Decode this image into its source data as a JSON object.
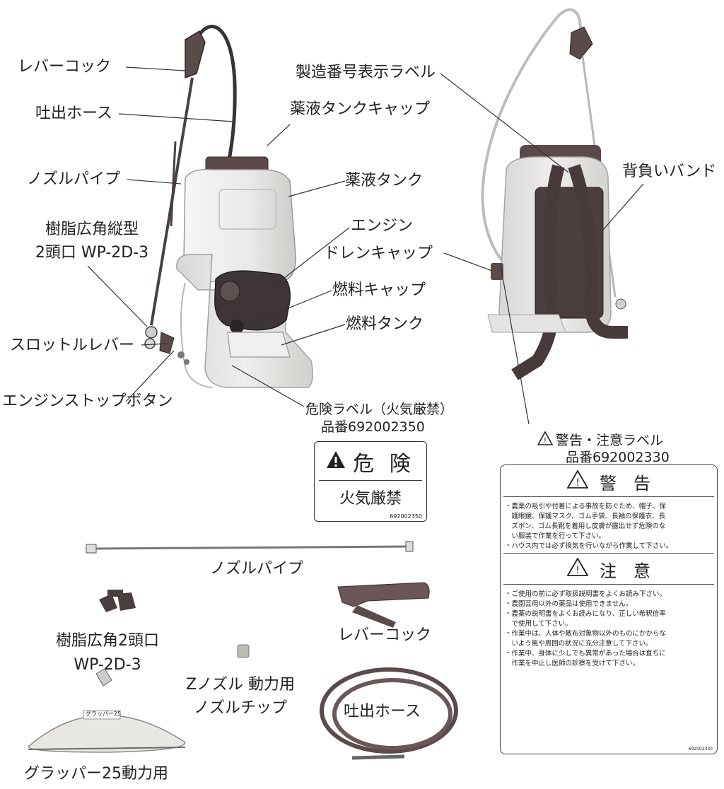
{
  "labels": {
    "lever_cock": "レバーコック",
    "discharge_hose": "吐出ホース",
    "nozzle_pipe": "ノズルパイプ",
    "nozzle_resin_line1": "樹脂広角縦型",
    "nozzle_resin_line2": "2頭口 WP-2D-3",
    "throttle_lever": "スロットルレバー",
    "engine_stop_button": "エンジンストップボタン",
    "serial_label": "製造番号表示ラベル",
    "tank_cap": "薬液タンクキャップ",
    "tank": "薬液タンク",
    "engine": "エンジン",
    "drain_cap": "ドレンキャップ",
    "fuel_cap": "燃料キャップ",
    "fuel_tank": "燃料タンク",
    "shoulder_band": "背負いバンド",
    "danger_label_title": "危険ラベル（火気厳禁）",
    "danger_label_part": "品番692002350",
    "warning_label_title": "警告・注意ラベル",
    "warning_label_part": "品番692002330"
  },
  "accessories": {
    "nozzle_pipe": "ノズルパイプ",
    "nozzle_2head_line1": "樹脂広角2頭口",
    "nozzle_2head_line2": "WP-2D-3",
    "lever_cock": "レバーコック",
    "z_nozzle_line1": "Zノズル 動力用",
    "z_nozzle_line2": "ノズルチップ",
    "hose": "吐出ホース",
    "grapper": "グラッパー25動力用",
    "grapper_sticker": "グラッパー25"
  },
  "danger_sticker": {
    "title": "危 険",
    "body": "火気厳禁",
    "code": "692002350"
  },
  "warning_sticker": {
    "warning_title": "警　告",
    "warning_lines": [
      "・農薬の吸引や付着による事故を防ぐため、帽子、保",
      "　護眼鏡、保護マスク、ゴム手袋、長袖の保護衣、長",
      "　ズボン、ゴム長靴を着用し皮膚が露出せず危険のな",
      "　い服装で作業を行って下さい。",
      "・ハウス内では必ず換気を行いながら作業して下さい。"
    ],
    "caution_title": "注　意",
    "caution_lines": [
      "・ご使用の前に必ず取扱説明書をよくお読み下さい。",
      "・農園芸用以外の薬品は使用できません。",
      "・農薬の説明書をよくお読みになり、正しい希釈倍率",
      "　で使用して下さい。",
      "・作業中は、人体や散布対象物以外のものにかからな",
      "　いよう風や周囲の状況に充分注意して下さい。",
      "・作業中、身体に少しでも異常があった場合は直ちに",
      "　作業を中止し医師の診察を受けて下さい。"
    ],
    "code": "692002330"
  },
  "colors": {
    "tank_body": "#ecebea",
    "dark_parts": "#4a4040",
    "hose": "#3e3434",
    "text": "#222222"
  }
}
